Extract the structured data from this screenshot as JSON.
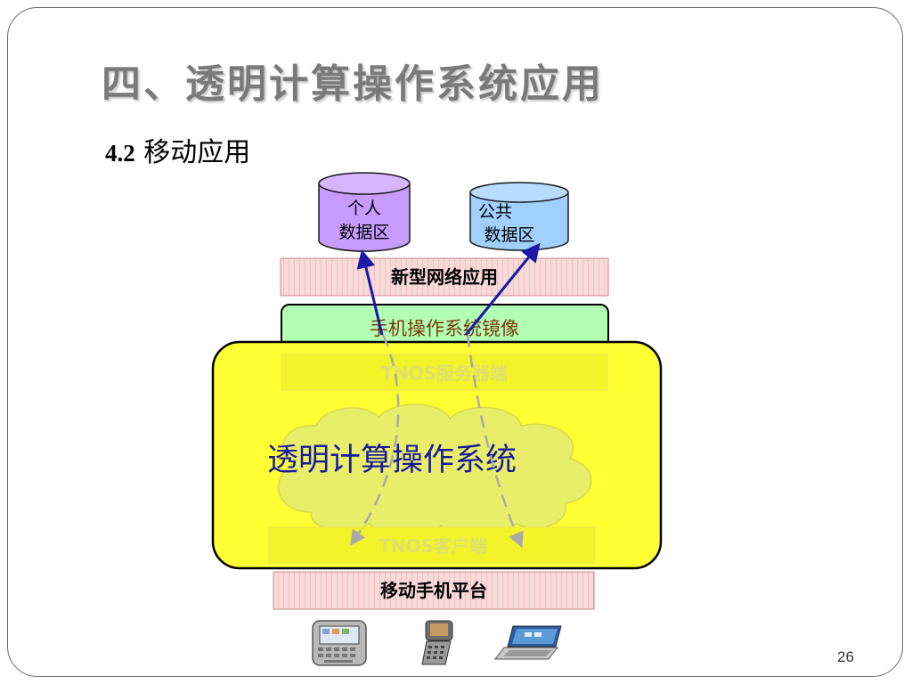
{
  "slide": {
    "title": "四、透明计算操作系统应用",
    "subtitle_number": "4.2",
    "subtitle_text": " 移动应用",
    "page_number": "26"
  },
  "diagram": {
    "personal_data_area": [
      "个人",
      "数据区"
    ],
    "public_data_area": [
      "公共",
      "数据区"
    ],
    "new_network_app": "新型网络应用",
    "phone_os_image": "手机操作系统镜像",
    "tnos_server": "TNOS服务器端",
    "transparent_os": "透明计算操作系统",
    "tnos_client": "TNOS客户端",
    "mobile_platform": "移动手机平台",
    "devices": [
      "smartphone-keyboard-icon",
      "flip-phone-icon",
      "laptop-icon"
    ]
  },
  "colors": {
    "personal_cylinder": "#c89bff",
    "public_cylinder": "#9fd0ff",
    "pink_bar": "#f7d6d6",
    "green_box": "#b3ffb3",
    "yellow_box": "#ffff33",
    "cloud": "#e3ef6a",
    "arrow_blue": "#1a1aa6",
    "dashed": "#a9a9a9"
  }
}
